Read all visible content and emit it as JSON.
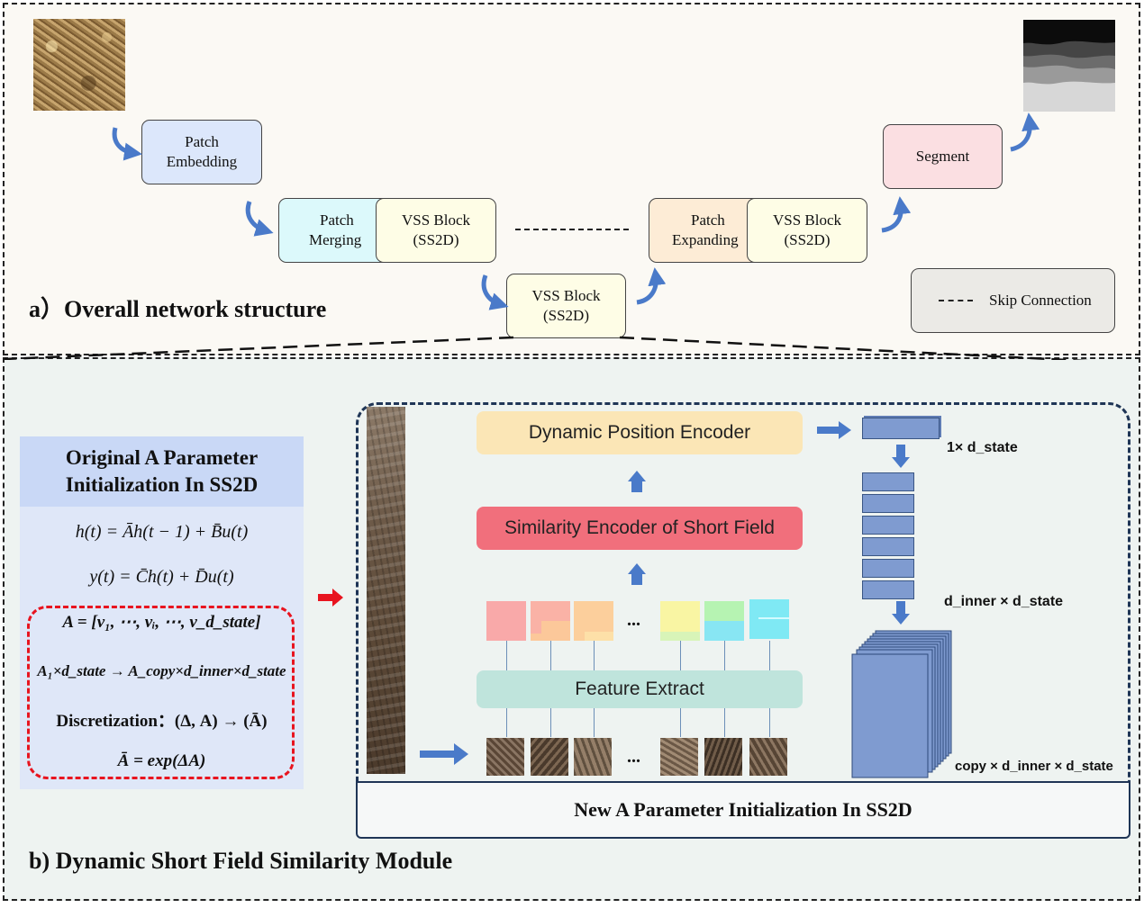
{
  "section_a": {
    "title": "a）Overall network structure",
    "patch_embedding": [
      "Patch",
      "Embedding"
    ],
    "patch_merging": [
      "Patch",
      "Merging"
    ],
    "vss_block_enc": [
      "VSS Block",
      "(SS2D)"
    ],
    "vss_block_mid": [
      "VSS Block",
      "(SS2D)"
    ],
    "patch_expanding": [
      "Patch",
      "Expanding"
    ],
    "vss_block_dec": [
      "VSS Block",
      "(SS2D)"
    ],
    "segment": "Segment",
    "legend_skip": "Skip Connection"
  },
  "section_b": {
    "title": "b)  Dynamic Short Field Similarity Module",
    "original_title": [
      "Original A Parameter",
      "Initialization In SS2D"
    ],
    "eq1": "h(t) = Āh(t − 1) + B̄u(t)",
    "eq2": "y(t) = C̄h(t) + D̄u(t)",
    "eq3": "A = [v₁, ⋯, vᵢ, ⋯, v_d_state]",
    "eq4": "A₁×d_state → A_copy×d_inner×d_state",
    "eq5": "Discretization：(Δ, A) → (Ā)",
    "eq6": "Ā = exp(ΔA)",
    "dpe": "Dynamic Position Encoder",
    "sesf": "Similarity Encoder of Short Field",
    "fe": "Feature Extract",
    "ellipsis": "...",
    "new_init": "New A Parameter Initialization In SS2D",
    "dim1": "1× d_state",
    "dim2": "d_inner × d_state",
    "dim3": "copy × d_inner × d_state"
  },
  "colors": {
    "patch_embedding": "#dce7fb",
    "patch_merging": "#dcf9fb",
    "vss_block": "#fefde6",
    "patch_expanding": "#fdecd6",
    "segment": "#fbdfe2",
    "legend_bg": "#ebeae6",
    "dpe": "#fbe6b6",
    "sesf": "#f16f7c",
    "fe": "#bfe4dc",
    "left_panel": "#c9d8f6",
    "arrow_blue": "#4a7ac9",
    "arrow_red": "#e8141f",
    "dash_navy": "#1f3556"
  }
}
